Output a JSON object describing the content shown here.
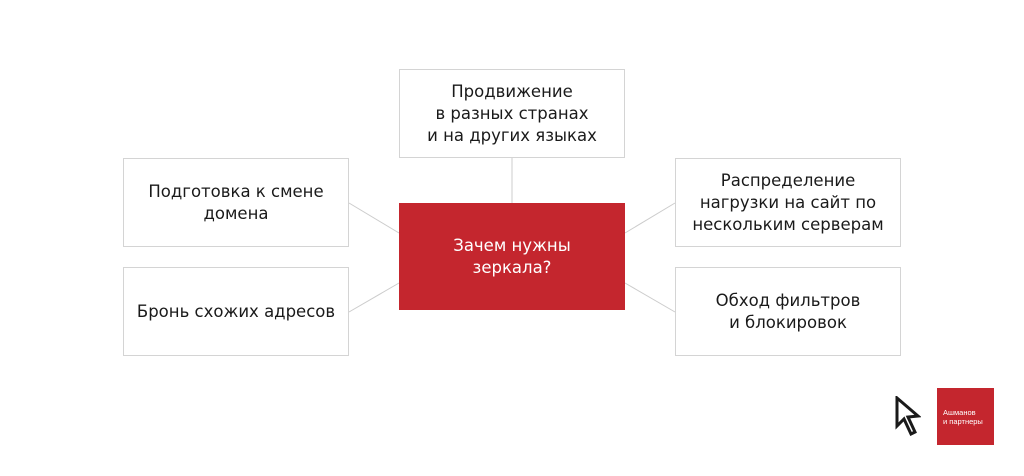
{
  "diagram": {
    "center": "Зачем нужны\nзеркала?",
    "top": "Продвижение\nв разных странах\nи на других языках",
    "left_top": "Подготовка к смене\nдомена",
    "left_bottom": "Бронь схожих адресов",
    "right_top": "Распределение\nнагрузки на сайт по\nнескольким серверам",
    "right_bottom": "Обход фильтров\nи блокировок"
  },
  "logo": {
    "line1": "Ашманов",
    "line2": "и партнеры"
  },
  "colors": {
    "accent": "#c4262e",
    "border": "#d4d4d4",
    "connector": "#cccccc",
    "text": "#1a1a1a"
  }
}
